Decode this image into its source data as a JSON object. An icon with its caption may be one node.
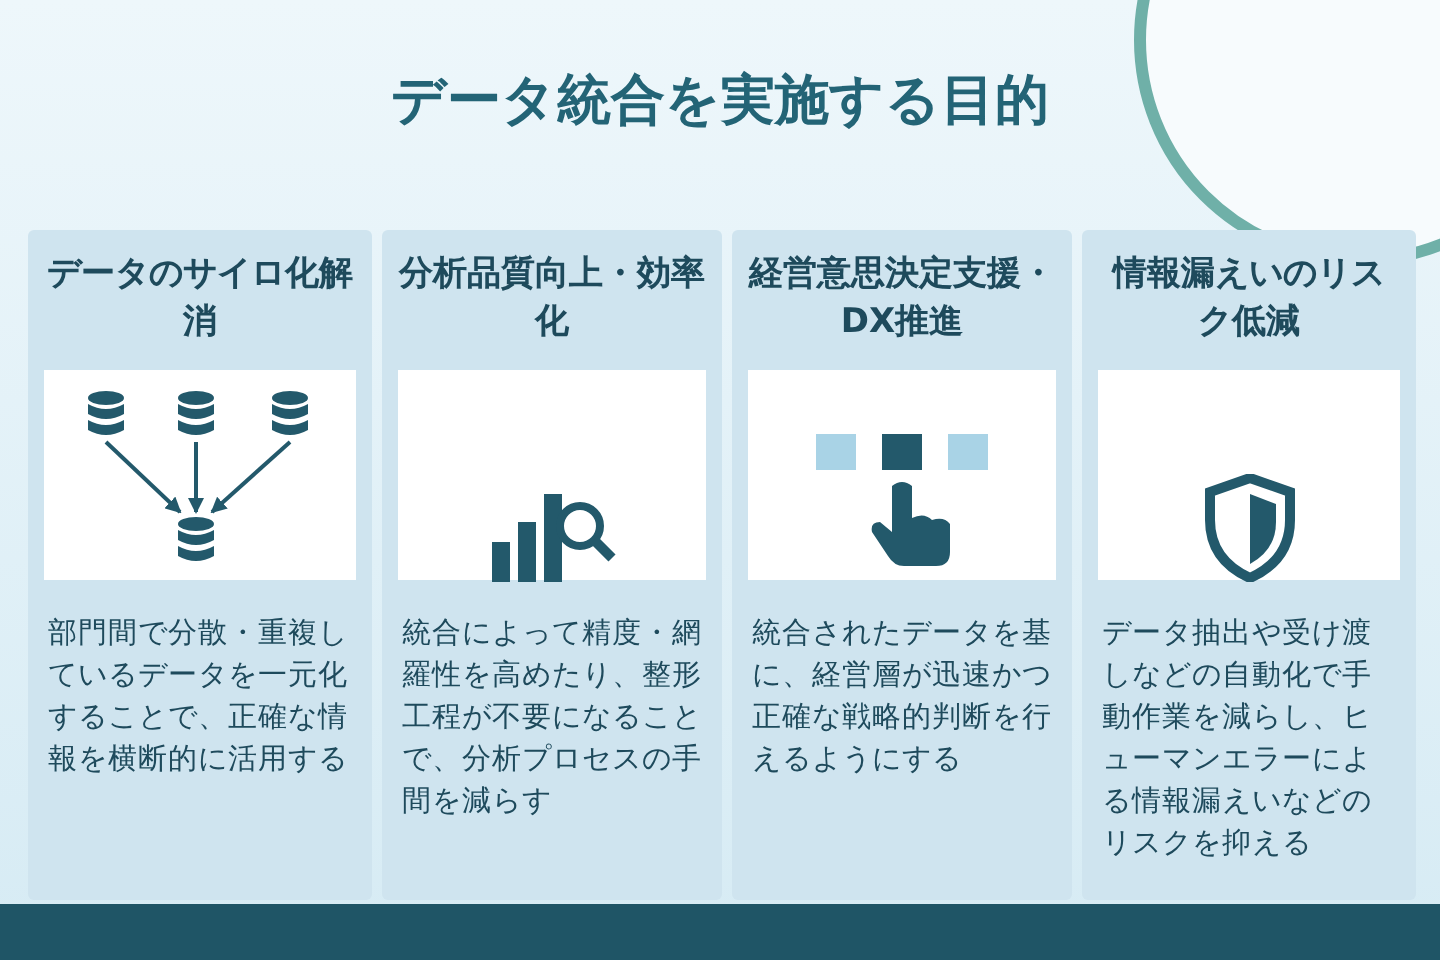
{
  "diagram": {
    "title": "データ統合を実施する目的",
    "nodes": [
      {
        "text": [
          "データのサイロ化解消",
          "部門間で分散・重複しているデータを一元化することで、正確な情報を横断的に活用する"
        ]
      },
      {
        "text": [],
        "shape": "cylinder",
        "in": 0
      },
      {
        "text": [],
        "shape": "cylinder",
        "in": 0
      },
      {
        "text": [],
        "shape": "cylinder",
        "in": 0
      },
      {
        "text": [],
        "shape": "cylinder",
        "in": 0
      },
      {
        "text": [
          "分析品質向上・効率化",
          "統合によって精度・網羅性を高めたり、整形工程が不要になることで、分析プロセスの手間を減らす"
        ]
      },
      {
        "text": [
          "経営意思決定支援・DX推進",
          "統合されたデータを基に、経営層が迅速かつ正確な戦略的判断を行えるようにする"
        ]
      },
      {
        "text": [
          "情報漏えいのリスク低減",
          "データ抽出や受け渡しなどの自動化で手動作業を減らし、ヒューマンエラーによる情報漏えいなどのリスクを抑える"
        ]
      }
    ],
    "edges": [
      {
        "from": 1,
        "to": 4,
        "arrow": "to"
      },
      {
        "from": 2,
        "to": 4,
        "arrow": "to"
      },
      {
        "from": 3,
        "to": 4,
        "arrow": "to"
      }
    ]
  }
}
